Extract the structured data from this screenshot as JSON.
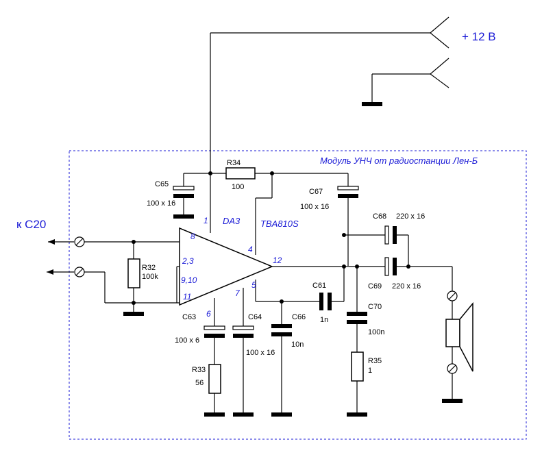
{
  "module_title": "Модуль УНЧ от радиостанции Лен-Б",
  "power_label": "+ 12 В",
  "input_label": "к С20",
  "ic": {
    "name": "DA3",
    "type": "TBA810S"
  },
  "pins": {
    "p1": "1",
    "p8": "8",
    "p23": "2,3",
    "p910": "9,10",
    "p11": "11",
    "p4": "4",
    "p12": "12",
    "p5": "5",
    "p7": "7",
    "p6": "6"
  },
  "components": {
    "r34": {
      "name": "R34",
      "value": "100"
    },
    "r32": {
      "name": "R32",
      "value": "100k"
    },
    "r33": {
      "name": "R33",
      "value": "56"
    },
    "r35": {
      "name": "R35",
      "value": "1"
    },
    "c65": {
      "name": "C65",
      "value": "100 x 16"
    },
    "c67": {
      "name": "C67",
      "value": "100 x 16"
    },
    "c68": {
      "name": "C68",
      "value": "220 x 16"
    },
    "c69": {
      "name": "C69",
      "value": "220 x 16"
    },
    "c61": {
      "name": "C61",
      "value": "1n"
    },
    "c63": {
      "name": "C63",
      "value": "100 x 6"
    },
    "c64": {
      "name": "C64",
      "value": "100 x 16"
    },
    "c66": {
      "name": "C66",
      "value": "10n"
    },
    "c70": {
      "name": "C70",
      "value": "100n"
    }
  }
}
